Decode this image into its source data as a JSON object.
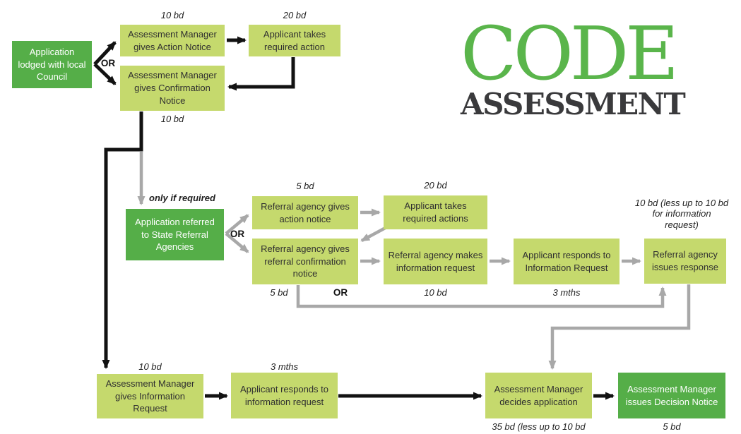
{
  "title": {
    "main": "CODE",
    "sub": "ASSESSMENT"
  },
  "colors": {
    "box_light": "#c5d96d",
    "box_dark": "#55ae48",
    "title_green": "#5ab54b",
    "title_dark": "#3a3a3c",
    "arrow_black": "#121212",
    "arrow_gray": "#a8a8a8",
    "text_dark": "#303030",
    "text_light": "#ffffff"
  },
  "nodes": {
    "application_lodged": "Application lodged with local Council",
    "am_action_notice": "Assessment Manager gives Action Notice",
    "applicant_takes_action": "Applicant takes required action",
    "am_confirmation_notice": "Assessment Manager gives Confirmation Notice",
    "application_referred": "Application referred to State Referral Agencies",
    "ra_action_notice": "Referral agency gives action notice",
    "applicant_takes_actions": "Applicant takes required actions",
    "ra_confirmation_notice": "Referral agency gives referral confirmation notice",
    "ra_information_request": "Referral agency makes information request",
    "applicant_responds_ir": "Applicant responds to Information Request",
    "ra_issues_response": "Referral agency issues response",
    "am_information_request": "Assessment Manager gives Information Request",
    "applicant_responds_info": "Applicant responds to information request",
    "am_decides": "Assessment Manager decides application",
    "am_decision_notice": "Assessment Manager issues Decision Notice"
  },
  "durations": {
    "am_action_notice": "10 bd",
    "applicant_takes_action": "20 bd",
    "am_confirmation_notice": "10 bd",
    "ra_action_notice": "5 bd",
    "applicant_takes_actions": "20 bd",
    "ra_confirmation_notice": "5 bd",
    "ra_information_request": "10 bd",
    "applicant_responds_ir": "3 mths",
    "ra_issues_response": "10 bd (less up to 10 bd for information request)",
    "am_information_request": "10 bd",
    "applicant_responds_info": "3 mths",
    "am_decides": "35 bd (less up to 10 bd",
    "am_decision_notice": "5 bd"
  },
  "connector_labels": {
    "or_council": "OR",
    "or_referral": "OR",
    "or_paths": "OR",
    "only_if_required": "only if required"
  }
}
